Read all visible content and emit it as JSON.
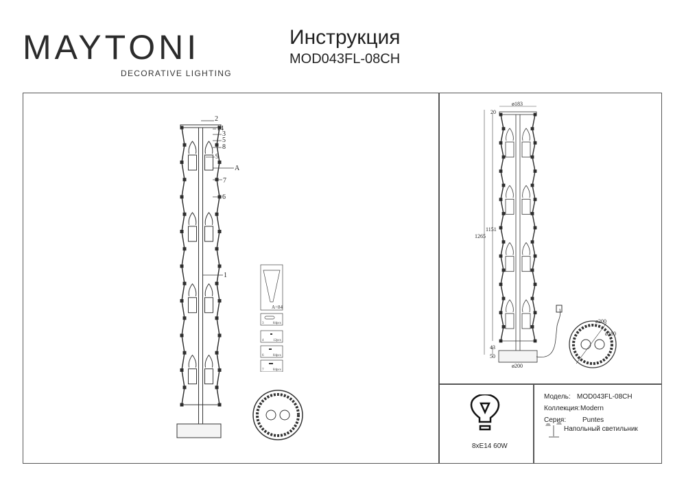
{
  "header": {
    "brand": "MAYTONI",
    "brand_tagline": "DECORATIVE LIGHTING",
    "title": "Инструкция",
    "model": "MOD043FL-08CH"
  },
  "assembly": {
    "part_labels": [
      "2",
      "14",
      "3",
      "5",
      "8",
      "9",
      "A",
      "7",
      "6",
      "1"
    ],
    "parts_legend": {
      "a_label": "A=84",
      "items": [
        {
          "num": "3",
          "qty": "84pcs"
        },
        {
          "num": "4",
          "qty": "12pcs"
        },
        {
          "num": "6",
          "qty": "84pcs"
        },
        {
          "num": "7",
          "qty": "84pcs"
        }
      ]
    }
  },
  "dimensions": {
    "top_diameter": "ø183",
    "top_gap": "20",
    "inner_height": "1151",
    "total_height": "1265",
    "base_gap": "43",
    "base_height": "50",
    "base_diameter": "ø200",
    "plan_outer": "ø200",
    "plan_inner": "ø180"
  },
  "bulb": {
    "spec": "8xE14 60W"
  },
  "specs": {
    "model_label": "Модель:",
    "model_value": "MOD043FL-08CH",
    "collection_label": "Коллекция:",
    "collection_value": "Modern",
    "series_label": "Серия:",
    "series_value": "Puntes",
    "type_value": "Напольный светильник"
  }
}
